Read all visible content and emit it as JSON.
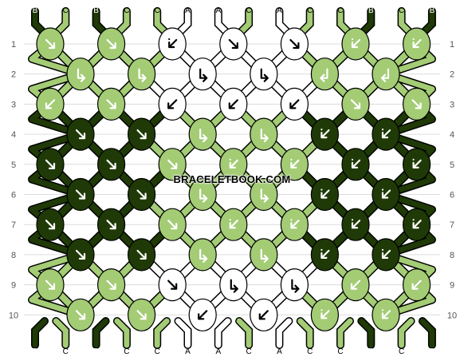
{
  "colors": {
    "A": "#ffffff",
    "B": "#1f3a06",
    "C": "#a3cc75"
  },
  "strings_top": [
    "B",
    "C",
    "B",
    "C",
    "C",
    "A",
    "A",
    "C",
    "A",
    "C",
    "C",
    "B",
    "C",
    "B"
  ],
  "strings_bottom": [
    "B",
    "C",
    "B",
    "C",
    "C",
    "A",
    "A",
    "C",
    "A",
    "C",
    "C",
    "B",
    "C",
    "B"
  ],
  "row_labels": [
    "1",
    "2",
    "3",
    "4",
    "5",
    "6",
    "7",
    "8",
    "9",
    "10"
  ],
  "knots": [
    [
      {
        "color": "C",
        "dir": "se"
      },
      {
        "color": "C",
        "dir": "se"
      },
      {
        "color": "A",
        "dir": "sw_rev"
      },
      {
        "color": "A",
        "dir": "se"
      },
      {
        "color": "A",
        "dir": "se"
      },
      {
        "color": "C",
        "dir": "sw_rev"
      },
      {
        "color": "C",
        "dir": "sw_rev"
      }
    ],
    [
      {
        "color": "C",
        "dir": "ne"
      },
      {
        "color": "C",
        "dir": "ne"
      },
      {
        "color": "A",
        "dir": "ne"
      },
      {
        "color": "A",
        "dir": "ne"
      },
      {
        "color": "C",
        "dir": "nw_rev"
      },
      {
        "color": "C",
        "dir": "nw_rev"
      }
    ],
    [
      {
        "color": "C",
        "dir": "sw"
      },
      {
        "color": "C",
        "dir": "se"
      },
      {
        "color": "A",
        "dir": "sw"
      },
      {
        "color": "A",
        "dir": "sw"
      },
      {
        "color": "A",
        "dir": "sw"
      },
      {
        "color": "C",
        "dir": "se"
      },
      {
        "color": "C",
        "dir": "se"
      }
    ],
    [
      {
        "color": "B",
        "dir": "se"
      },
      {
        "color": "B",
        "dir": "se"
      },
      {
        "color": "C",
        "dir": "ne"
      },
      {
        "color": "C",
        "dir": "ne"
      },
      {
        "color": "B",
        "dir": "sw_rev"
      },
      {
        "color": "B",
        "dir": "sw_rev"
      }
    ],
    [
      {
        "color": "B",
        "dir": "se"
      },
      {
        "color": "B",
        "dir": "se"
      },
      {
        "color": "C",
        "dir": "se"
      },
      {
        "color": "C",
        "dir": "sw_rev"
      },
      {
        "color": "C",
        "dir": "sw_rev"
      },
      {
        "color": "B",
        "dir": "sw_rev"
      },
      {
        "color": "B",
        "dir": "sw_rev"
      }
    ],
    [
      {
        "color": "B",
        "dir": "se"
      },
      {
        "color": "B",
        "dir": "se"
      },
      {
        "color": "C",
        "dir": "ne"
      },
      {
        "color": "C",
        "dir": "ne"
      },
      {
        "color": "B",
        "dir": "sw_rev"
      },
      {
        "color": "B",
        "dir": "sw_rev"
      }
    ],
    [
      {
        "color": "B",
        "dir": "se"
      },
      {
        "color": "B",
        "dir": "se"
      },
      {
        "color": "C",
        "dir": "se"
      },
      {
        "color": "C",
        "dir": "sw_rev"
      },
      {
        "color": "C",
        "dir": "sw_rev"
      },
      {
        "color": "B",
        "dir": "sw_rev"
      },
      {
        "color": "B",
        "dir": "sw_rev"
      }
    ],
    [
      {
        "color": "B",
        "dir": "se"
      },
      {
        "color": "B",
        "dir": "se"
      },
      {
        "color": "C",
        "dir": "ne"
      },
      {
        "color": "C",
        "dir": "ne"
      },
      {
        "color": "B",
        "dir": "sw_rev"
      },
      {
        "color": "B",
        "dir": "sw_rev"
      }
    ],
    [
      {
        "color": "C",
        "dir": "se"
      },
      {
        "color": "C",
        "dir": "se"
      },
      {
        "color": "A",
        "dir": "se"
      },
      {
        "color": "A",
        "dir": "ne"
      },
      {
        "color": "A",
        "dir": "ne"
      },
      {
        "color": "C",
        "dir": "sw"
      },
      {
        "color": "C",
        "dir": "sw"
      }
    ],
    [
      {
        "color": "C",
        "dir": "se"
      },
      {
        "color": "C",
        "dir": "se"
      },
      {
        "color": "A",
        "dir": "sw"
      },
      {
        "color": "A",
        "dir": "sw"
      },
      {
        "color": "C",
        "dir": "sw_rev"
      },
      {
        "color": "C",
        "dir": "sw_rev"
      }
    ]
  ],
  "watermark": "BRACELETBOOK.COM"
}
